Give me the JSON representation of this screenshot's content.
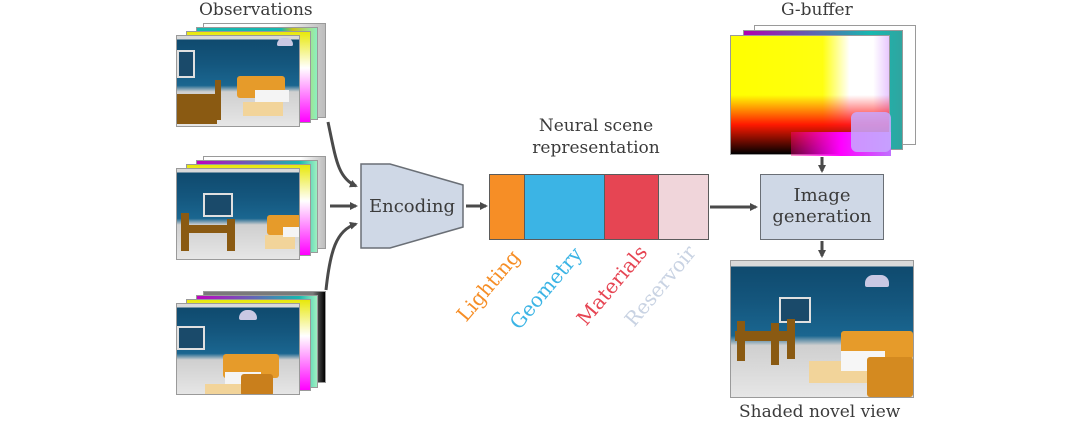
{
  "labels": {
    "observations": "Observations",
    "gbuffer": "G-buffer",
    "encoding": "Encoding",
    "neural_scene_line1": "Neural scene",
    "neural_scene_line2": "representation",
    "image_generation_line1": "Image",
    "image_generation_line2": "generation",
    "shaded_novel_view": "Shaded novel view"
  },
  "representation_segments": [
    {
      "name": "Lighting",
      "color": "#f68e26"
    },
    {
      "name": "Geometry",
      "color": "#3bb4e5"
    },
    {
      "name": "Materials",
      "color": "#e64553"
    },
    {
      "name": "Reservoir",
      "color": "#f0d5da",
      "label_color": "#c9d3e3"
    }
  ],
  "colors": {
    "arrow": "#4a4a4a",
    "box_fill": "#cfd8e6",
    "box_stroke": "#6a6f76"
  }
}
